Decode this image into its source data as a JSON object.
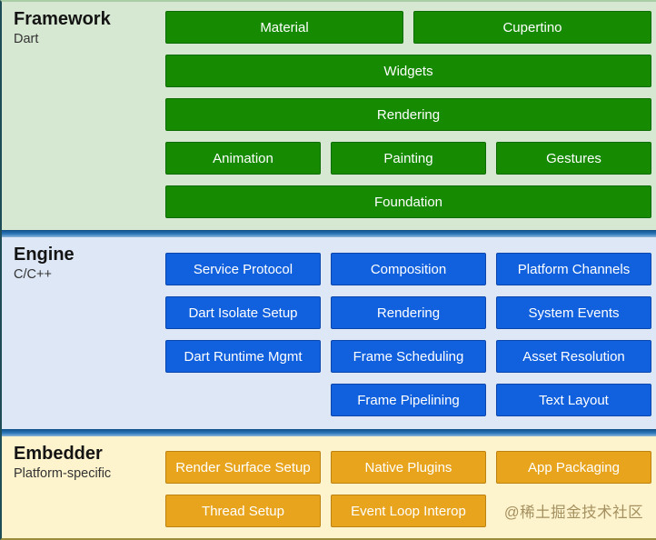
{
  "framework": {
    "title": "Framework",
    "subtitle": "Dart",
    "buttons": {
      "material": "Material",
      "cupertino": "Cupertino",
      "widgets": "Widgets",
      "rendering": "Rendering",
      "animation": "Animation",
      "painting": "Painting",
      "gestures": "Gestures",
      "foundation": "Foundation"
    }
  },
  "engine": {
    "title": "Engine",
    "subtitle": "C/C++",
    "buttons": {
      "service_protocol": "Service Protocol",
      "composition": "Composition",
      "platform_channels": "Platform Channels",
      "dart_isolate_setup": "Dart Isolate Setup",
      "rendering": "Rendering",
      "system_events": "System Events",
      "dart_runtime_mgmt": "Dart Runtime Mgmt",
      "frame_scheduling": "Frame Scheduling",
      "asset_resolution": "Asset Resolution",
      "frame_pipelining": "Frame Pipelining",
      "text_layout": "Text Layout"
    }
  },
  "embedder": {
    "title": "Embedder",
    "subtitle": "Platform-specific",
    "buttons": {
      "render_surface_setup": "Render Surface Setup",
      "native_plugins": "Native Plugins",
      "app_packaging": "App Packaging",
      "thread_setup": "Thread Setup",
      "event_loop_interop": "Event Loop Interop"
    }
  },
  "watermark": "@稀土掘金技术社区",
  "colors": {
    "framework_bg": "#d7e8d2",
    "engine_bg": "#dde7f6",
    "embedder_bg": "#fdf3cd",
    "green_node": "#168b01",
    "blue_node": "#1161de",
    "orange_node": "#e8a41c",
    "divider_blue": "#2e79ba",
    "node_text": "#ffffff"
  }
}
